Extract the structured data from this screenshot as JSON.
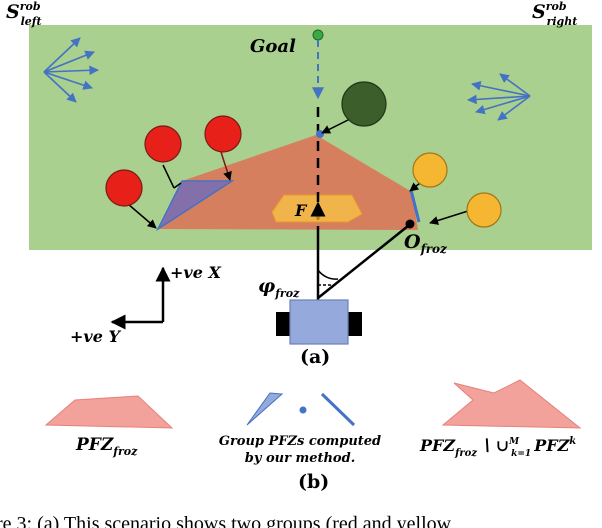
{
  "panel_a": {
    "label": "(a)",
    "goal_label": "Goal",
    "s_left": {
      "base": "S",
      "sup": "rob",
      "sub": "left"
    },
    "s_right": {
      "base": "S",
      "sup": "rob",
      "sub": "right"
    },
    "f_label": "F",
    "o_froz": {
      "base": "O",
      "sub": "froz"
    },
    "phi_froz": {
      "base": "φ",
      "sub": "froz"
    },
    "x_axis": "+ve X",
    "y_axis": "+ve Y"
  },
  "panel_b": {
    "label": "(b)",
    "pfz_froz": {
      "base": "PFZ",
      "sub": "froz"
    },
    "group_line1": "Group PFZs computed",
    "group_line2": "by our method.",
    "pfz_diff": {
      "base": "PFZ",
      "sub": "froz",
      "mid": "∖ ∪",
      "sup_m": "M",
      "sub_k": "k=1",
      "tail": "PFZ",
      "tail_sup": "k"
    }
  },
  "caption_fragment": "re 3: (a) This scenario shows two groups (red and yellow",
  "colors": {
    "field": "#a9d08e",
    "pfz": "#d9775a",
    "red_person": "#e8201a",
    "yellow_person": "#f5b731",
    "dark_person": "#3b5e2b",
    "robot": "#95a9dc",
    "blue": "#4472c4",
    "pink": "#f3a19b"
  }
}
